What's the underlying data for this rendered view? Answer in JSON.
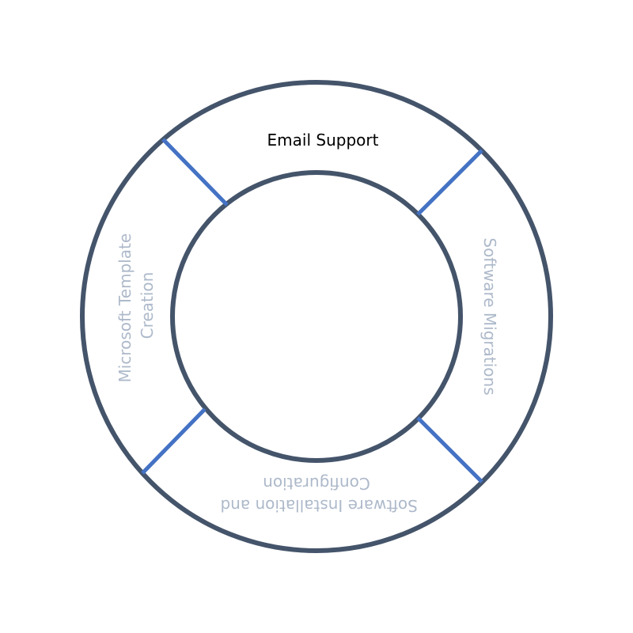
{
  "diagram": {
    "segments": [
      {
        "lines": [
          "Email Support"
        ]
      },
      {
        "lines": [
          "Software Migrations"
        ]
      },
      {
        "lines": [
          "Software Installation and",
          "Configuration"
        ]
      },
      {
        "lines": [
          "Microsoft Template",
          "Creation"
        ]
      }
    ]
  },
  "colors": {
    "ring": "#44546A",
    "divider": "#4472C4",
    "label_active": "#000000",
    "label_muted": "#ADB9CA"
  }
}
